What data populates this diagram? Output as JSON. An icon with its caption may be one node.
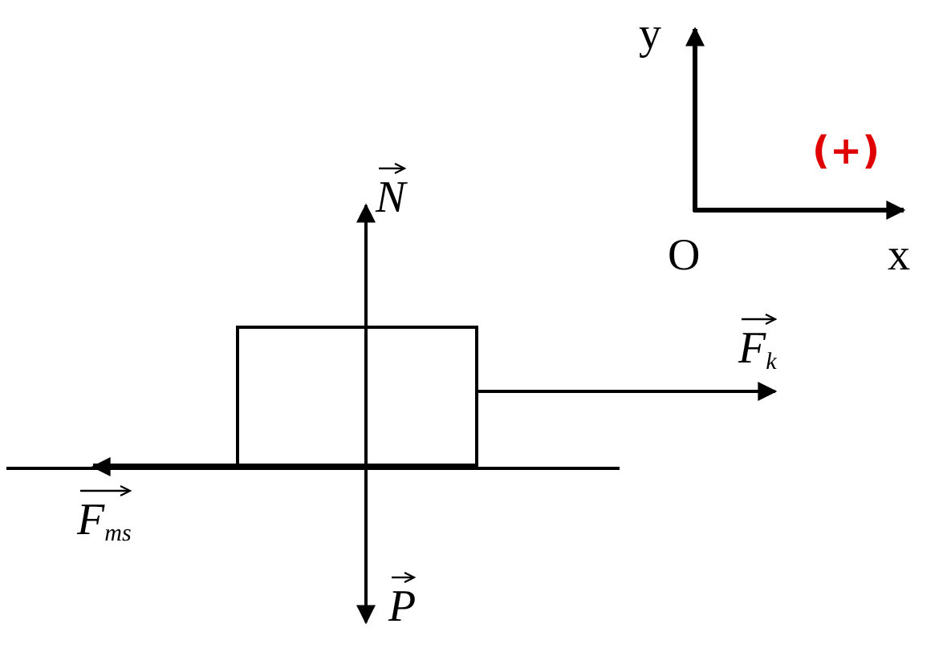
{
  "diagram": {
    "nodes": [
      {
        "text": [],
        "shape": "box"
      }
    ],
    "labels": [
      "y",
      "(+)",
      "N",
      "O",
      "x",
      "F$_{k}$",
      "F$_{ms}$",
      "P"
    ]
  }
}
